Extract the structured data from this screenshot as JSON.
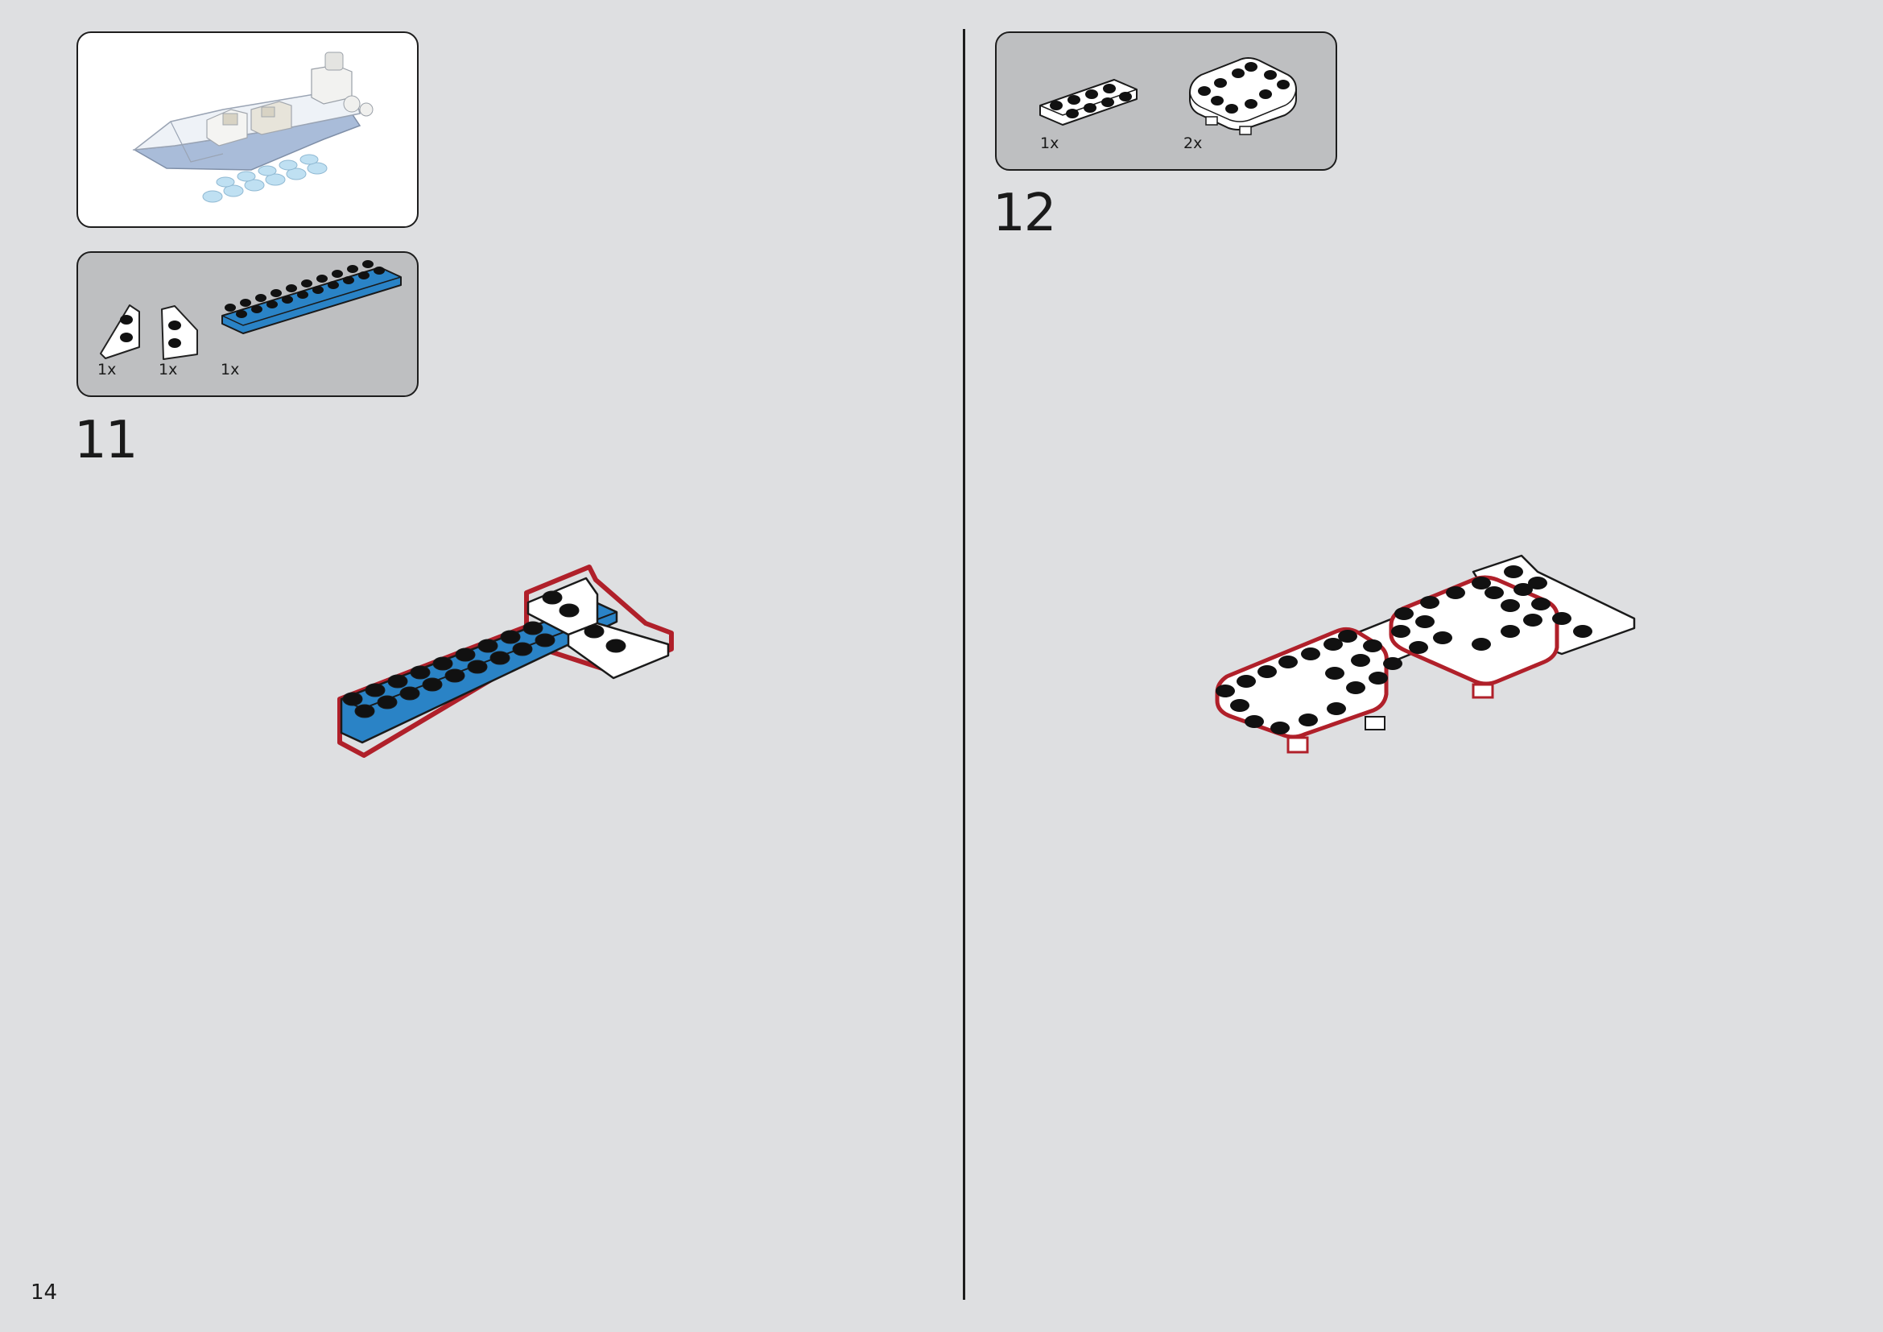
{
  "page": {
    "number": "14"
  },
  "steps": [
    {
      "number": "11",
      "preview": {
        "icon": "boat-assembly-preview"
      },
      "parts": [
        {
          "qty": "1x",
          "icon": "white-wedge-plate-left-icon",
          "color": "#ffffff"
        },
        {
          "qty": "1x",
          "icon": "white-wedge-plate-right-icon",
          "color": "#ffffff"
        },
        {
          "qty": "1x",
          "icon": "blue-plate-2x10-icon",
          "color": "#2a83c6"
        }
      ]
    },
    {
      "number": "12",
      "parts": [
        {
          "qty": "1x",
          "icon": "white-plate-2x4-icon",
          "color": "#ffffff"
        },
        {
          "qty": "2x",
          "icon": "white-rounded-plate-4x4-icon",
          "color": "#ffffff"
        }
      ]
    }
  ],
  "colors": {
    "page_background": "#dedfe1",
    "parts_panel": "#bebfc1",
    "highlight_outline": "#b0202a",
    "brick_blue": "#2a83c6"
  }
}
